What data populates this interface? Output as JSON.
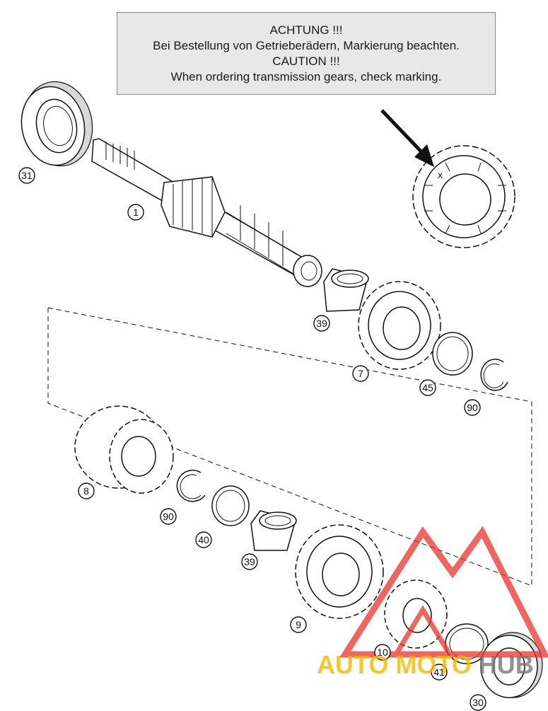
{
  "notice": {
    "line1": "ACHTUNG !!!",
    "line2": "Bei Bestellung von Getrieberädern, Markierung beachten.",
    "line3": "CAUTION !!!",
    "line4": "When ordering transmission gears, check marking."
  },
  "callouts": {
    "c31": "31",
    "c1": "1",
    "c39a": "39",
    "c7": "7",
    "c45": "45",
    "c90a": "90",
    "c8": "8",
    "c90b": "90",
    "c40": "40",
    "c39b": "39",
    "c9": "9",
    "c10": "10",
    "c41": "41",
    "c30": "30"
  },
  "marking": "x",
  "watermark": {
    "part1": "AUTO",
    "part2": "MOTO",
    "part3": "HUB",
    "color_red": "#e8332a",
    "color_yellow": "#f5b800",
    "color_grey": "#777777"
  }
}
